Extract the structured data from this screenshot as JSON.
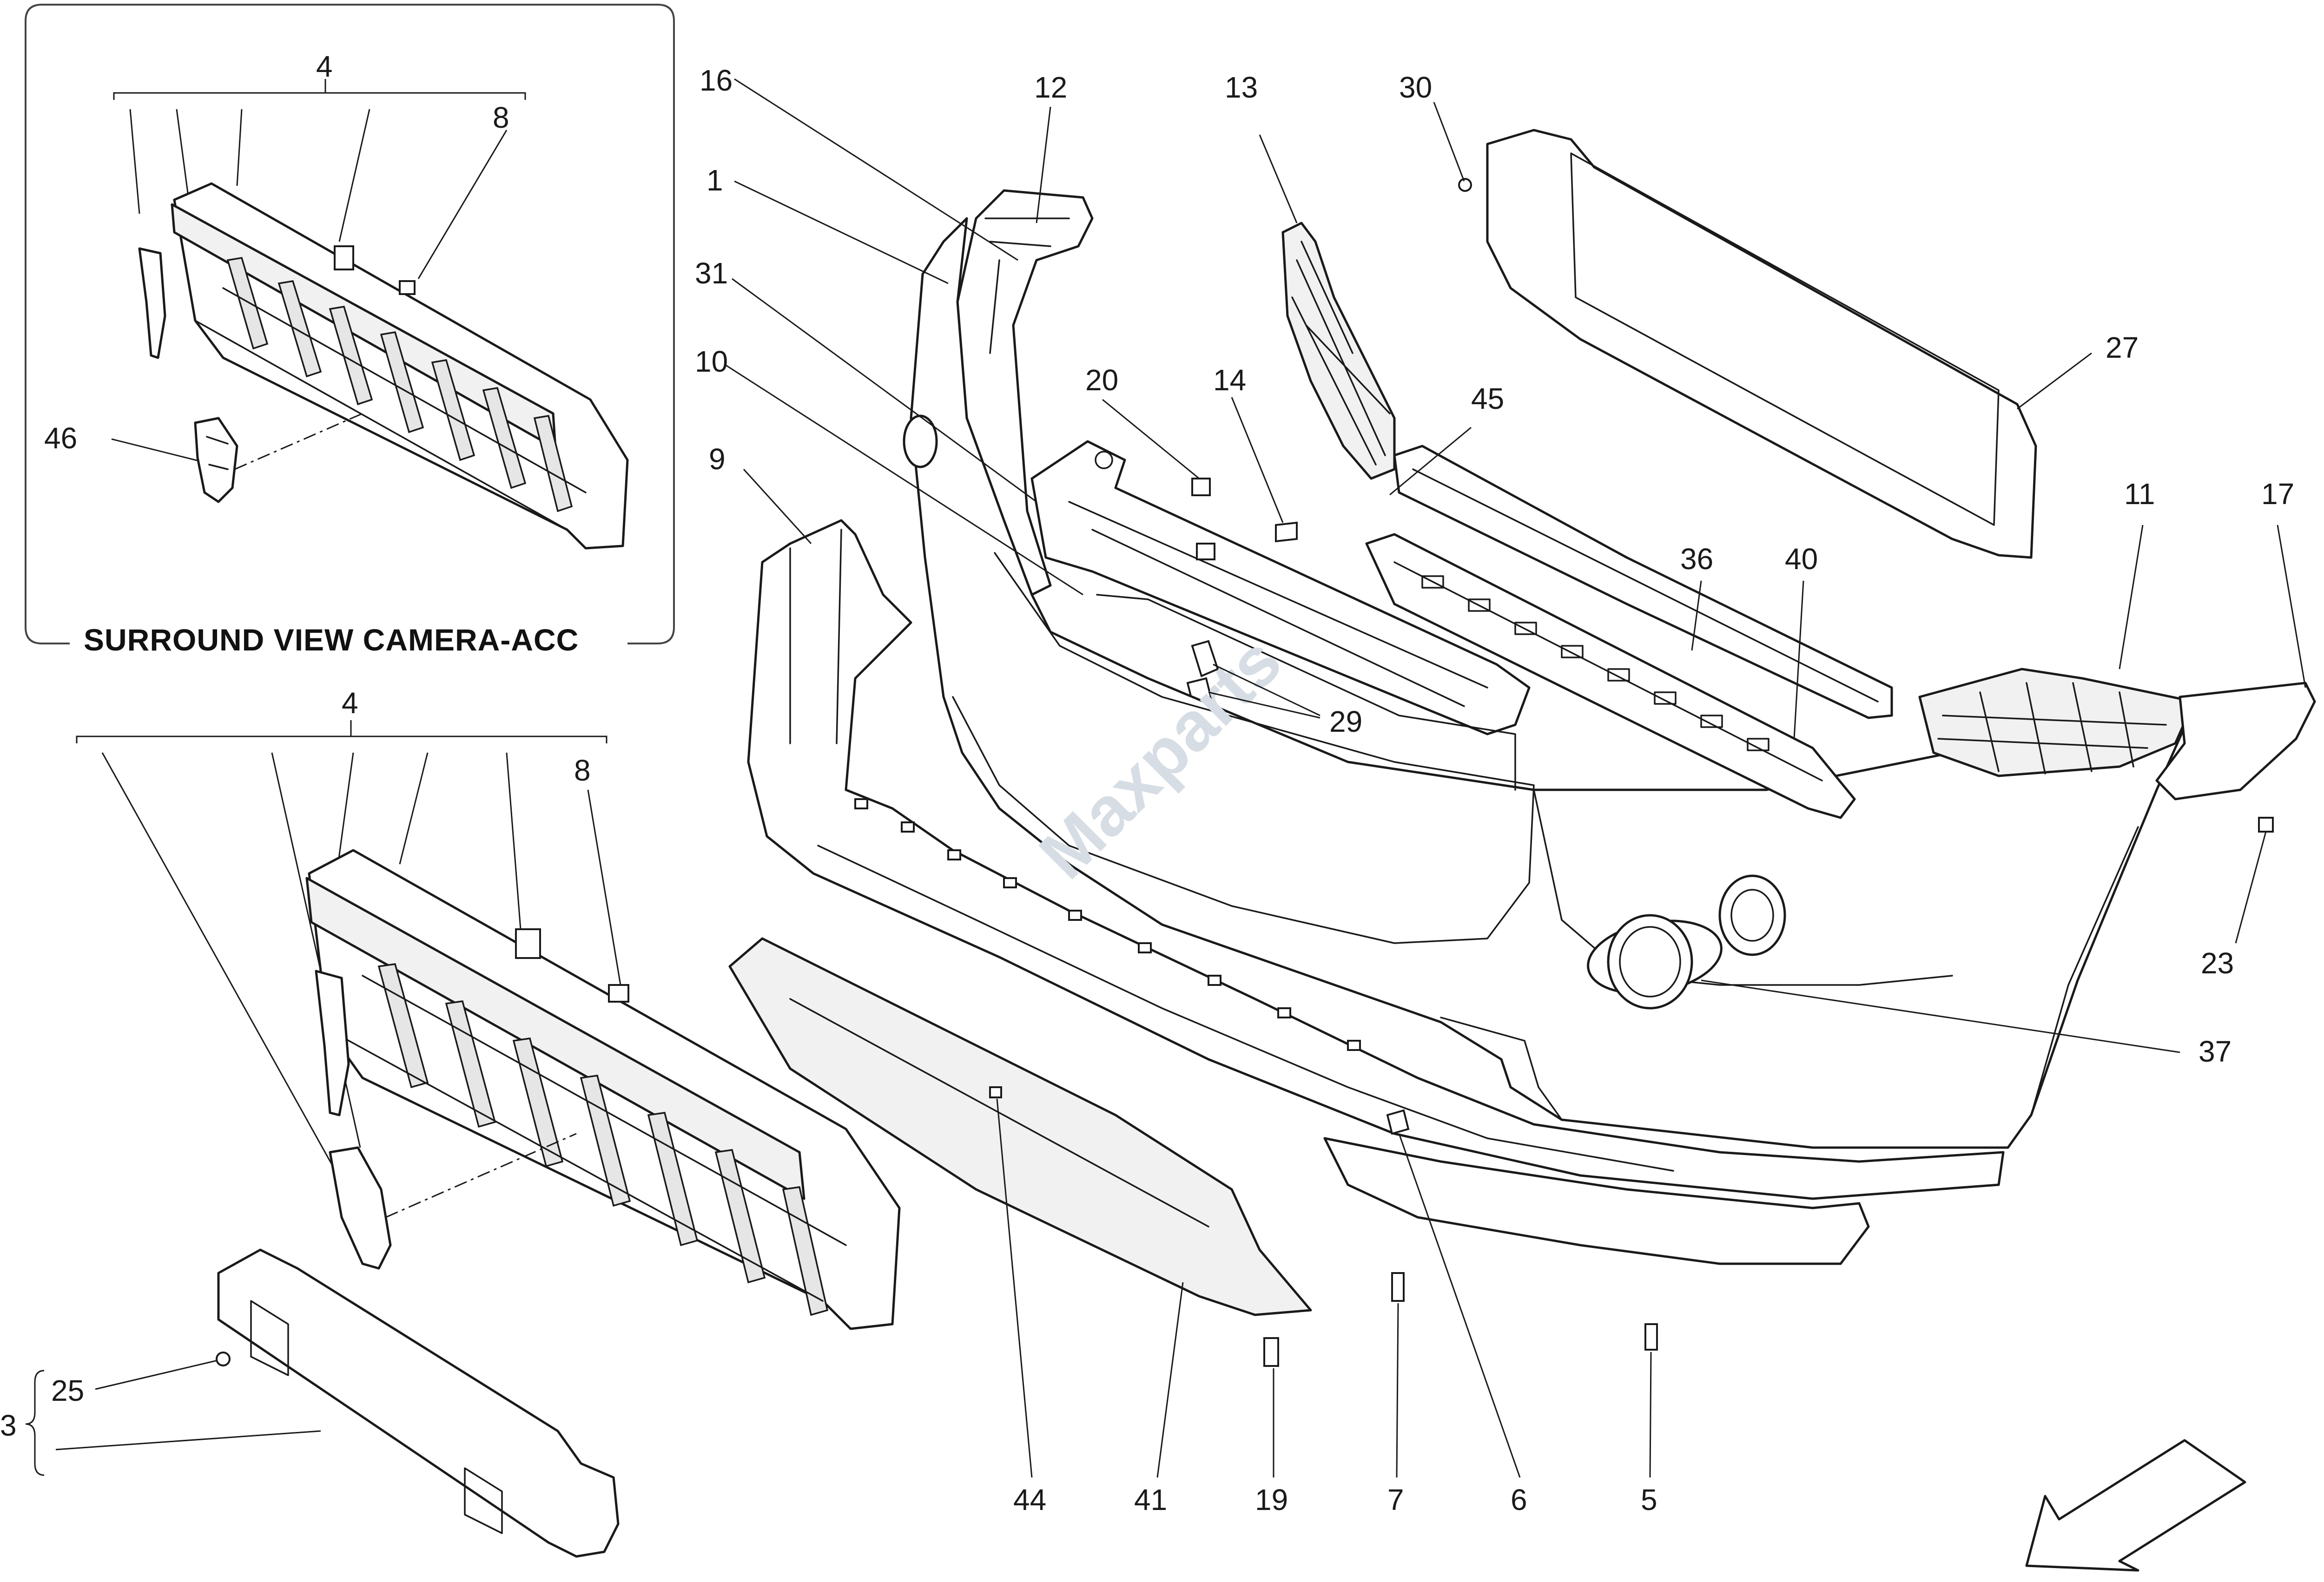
{
  "inset": {
    "caption": "SURROUND VIEW CAMERA-ACC",
    "labels": [
      {
        "id": "inset-4",
        "text": "4"
      },
      {
        "id": "inset-8",
        "text": "8"
      },
      {
        "id": "inset-46",
        "text": "46"
      }
    ]
  },
  "labels": [
    {
      "id": "p1",
      "text": "1"
    },
    {
      "id": "p3",
      "text": "3"
    },
    {
      "id": "p4",
      "text": "4"
    },
    {
      "id": "p5",
      "text": "5"
    },
    {
      "id": "p6",
      "text": "6"
    },
    {
      "id": "p7",
      "text": "7"
    },
    {
      "id": "p8",
      "text": "8"
    },
    {
      "id": "p9",
      "text": "9"
    },
    {
      "id": "p10",
      "text": "10"
    },
    {
      "id": "p11",
      "text": "11"
    },
    {
      "id": "p12",
      "text": "12"
    },
    {
      "id": "p13",
      "text": "13"
    },
    {
      "id": "p14",
      "text": "14"
    },
    {
      "id": "p16",
      "text": "16"
    },
    {
      "id": "p17",
      "text": "17"
    },
    {
      "id": "p19",
      "text": "19"
    },
    {
      "id": "p20",
      "text": "20"
    },
    {
      "id": "p23",
      "text": "23"
    },
    {
      "id": "p25",
      "text": "25"
    },
    {
      "id": "p27",
      "text": "27"
    },
    {
      "id": "p29",
      "text": "29"
    },
    {
      "id": "p30",
      "text": "30"
    },
    {
      "id": "p31",
      "text": "31"
    },
    {
      "id": "p36",
      "text": "36"
    },
    {
      "id": "p37",
      "text": "37"
    },
    {
      "id": "p40",
      "text": "40"
    },
    {
      "id": "p41",
      "text": "41"
    },
    {
      "id": "p44",
      "text": "44"
    },
    {
      "id": "p45",
      "text": "45"
    }
  ],
  "watermark": {
    "text": "Maxparts"
  },
  "icons": {
    "direction": "front-direction-arrow-icon"
  }
}
